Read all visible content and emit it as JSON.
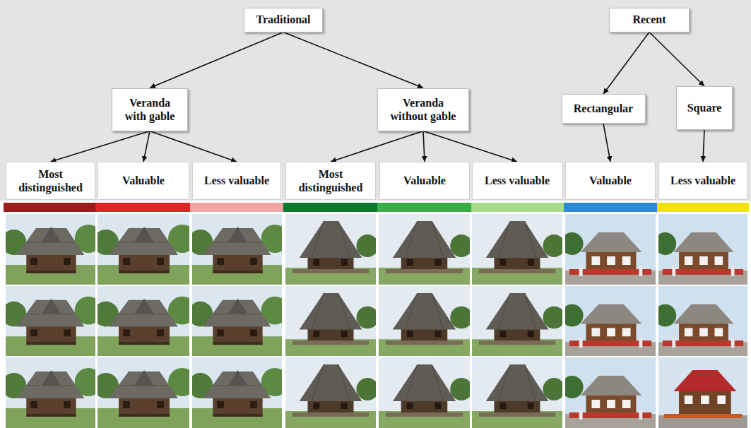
{
  "diagram": {
    "nodes": [
      {
        "text": [
          "Traditional"
        ]
      },
      {
        "text": [
          "Recent"
        ]
      },
      {
        "text": [
          "Veranda with gable"
        ]
      },
      {
        "text": [
          "Veranda without gable"
        ]
      },
      {
        "text": [
          "Rectangular"
        ]
      },
      {
        "text": [
          "Square"
        ]
      },
      {
        "text": [
          "Most distinguished"
        ]
      },
      {
        "text": [
          "Valuable"
        ]
      },
      {
        "text": [
          "Less valuable"
        ]
      },
      {
        "text": [
          "Most distinguished"
        ]
      },
      {
        "text": [
          "Valuable"
        ]
      },
      {
        "text": [
          "Less valuable"
        ]
      },
      {
        "text": [
          "Valuable"
        ]
      },
      {
        "text": [
          "Less valuable"
        ]
      }
    ],
    "edges": [
      {
        "from": 0,
        "to": 2,
        "arrow": "to"
      },
      {
        "from": 0,
        "to": 3,
        "arrow": "to"
      },
      {
        "from": 1,
        "to": 4,
        "arrow": "to"
      },
      {
        "from": 1,
        "to": 5,
        "arrow": "to"
      },
      {
        "from": 2,
        "to": 6,
        "arrow": "to"
      },
      {
        "from": 2,
        "to": 7,
        "arrow": "to"
      },
      {
        "from": 2,
        "to": 8,
        "arrow": "to"
      },
      {
        "from": 3,
        "to": 9,
        "arrow": "to"
      },
      {
        "from": 3,
        "to": 10,
        "arrow": "to"
      },
      {
        "from": 3,
        "to": 11,
        "arrow": "to"
      },
      {
        "from": 4,
        "to": 12,
        "arrow": "to"
      },
      {
        "from": 5,
        "to": 13,
        "arrow": "to"
      }
    ]
  }
}
